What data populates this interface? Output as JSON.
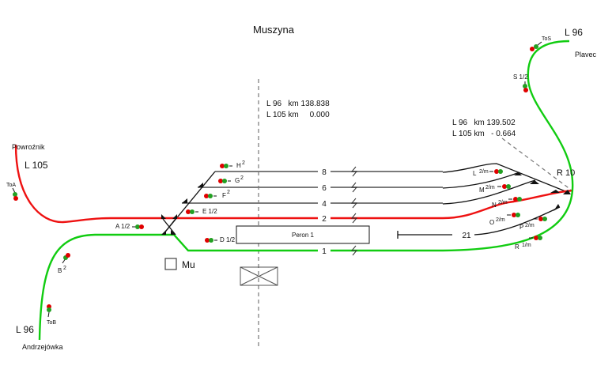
{
  "title": "Muszyna",
  "colors": {
    "main_track_red": "#ee1111",
    "main_track_green": "#11cc11",
    "signal_red": "#e00000",
    "signal_green": "#22a022"
  },
  "km_left": {
    "line1": "L 96   km 138.838",
    "line2": "L 105 km     0.000"
  },
  "km_right": {
    "line1": "L 96   km 139.502",
    "line2": "L 105 km   - 0.664"
  },
  "lines": {
    "powroznik": {
      "station": "Powroźnik",
      "line": "L 105"
    },
    "andrzejowka": {
      "station": "Andrzejówka",
      "line": "L 96"
    },
    "plavec": {
      "station": "Plavec",
      "line": "L 96"
    }
  },
  "tracks": [
    "8",
    "6",
    "4",
    "2",
    "1",
    "21"
  ],
  "platform": "Peron 1",
  "box_label": "Mu",
  "switch_label": "R 10",
  "signals": {
    "ToA": "ToA",
    "B": "B",
    "B_sup": "2",
    "ToB": "ToB",
    "A": "A 1/2",
    "D": "D 1/2",
    "E": "E 1/2",
    "F": "F",
    "F_sup": "2",
    "G": "G",
    "G_sup": "2",
    "H": "H",
    "H_sup": "2",
    "L": "L",
    "L_sup": "2/m",
    "M": "M",
    "M_sup": "2/m",
    "N": "N",
    "N_sup": "2/m",
    "O": "O",
    "O_sup": "2/m",
    "P": "P",
    "P_sup": "2/m",
    "R": "R",
    "R_sup": "1/m",
    "S": "S 1/2",
    "ToS": "ToS"
  }
}
